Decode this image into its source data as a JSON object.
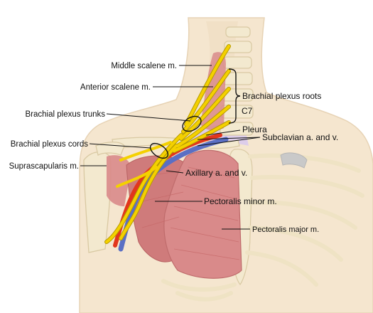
{
  "labels": {
    "middle_scalene": "Middle scalene m.",
    "anterior_scalene": "Anterior scalene m.",
    "bp_trunks": "Brachial plexus trunks",
    "bp_cords": "Brachial plexus cords",
    "suprascapularis": "Suprascapularis m.",
    "bp_roots": "Brachial plexus roots",
    "c7": "C7",
    "pleura": "Pleura",
    "subclavian": "Subclavian a. and v.",
    "axillary": "Axillary a. and v.",
    "pectoralis_minor": "Pectoralis minor m.",
    "pectoralis_major": "Pectoralis major m."
  },
  "colors": {
    "skin": "#f5e6cf",
    "skin_outline": "#e7d3b5",
    "bone": "#f3e9cf",
    "bone_outline": "#d9c9a3",
    "muscle": "#d98a8a",
    "muscle_dark": "#c96b6b",
    "nerve": "#f4d100",
    "nerve_outline": "#b59a00",
    "artery": "#e2361d",
    "vein": "#5a6fc4",
    "pleura": "#d8c8ee"
  }
}
